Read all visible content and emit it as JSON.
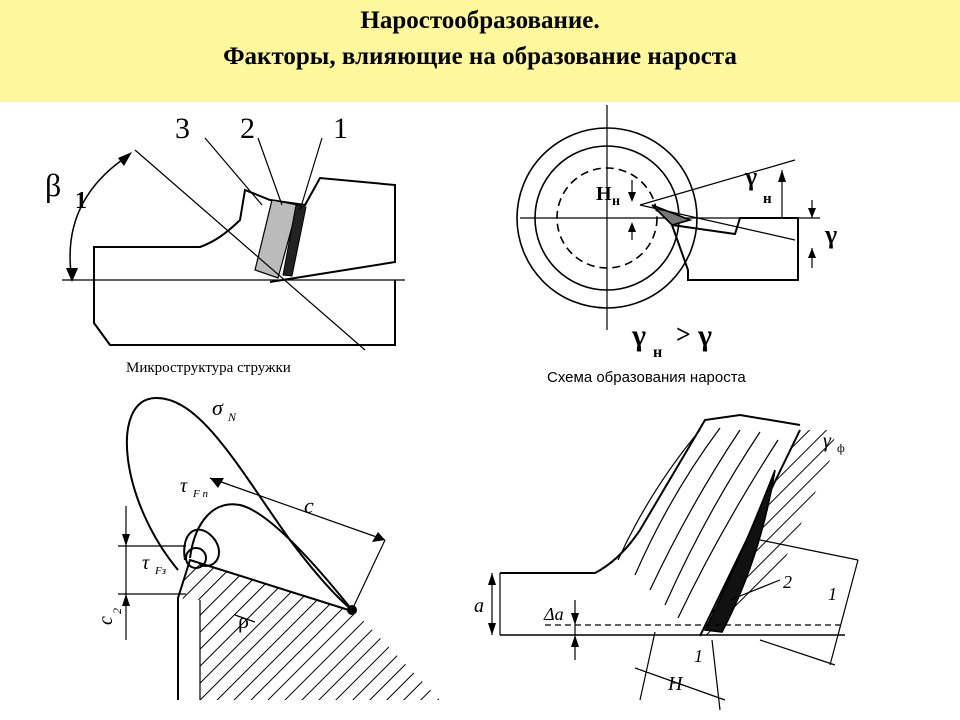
{
  "header": {
    "title_line1": "Наростообразование.",
    "title_line2": "Факторы, влияющие на образование нароста",
    "background_color": "#fdf89b"
  },
  "captions": {
    "microstructure": "Микроструктура стружки",
    "buildup_scheme": "Схема образования нароста"
  },
  "diagram_chip": {
    "labels": {
      "n3": "3",
      "n2": "2",
      "n1": "1",
      "beta": "β",
      "beta_index": "1"
    }
  },
  "diagram_scheme": {
    "labels": {
      "h": "Н",
      "h_sub": "н",
      "gamma_h": "γ",
      "gamma_h_sub": "н",
      "gamma": "γ"
    },
    "relation": {
      "left": "γ",
      "left_sub": "н",
      "op": ">",
      "right": "γ"
    }
  },
  "diagram_stress": {
    "labels": {
      "sigma": "σ",
      "sigma_sub": "N",
      "tau_top": "τ",
      "tau_top_sub": "F п",
      "tau_left": "τ",
      "tau_left_sub": "Fз",
      "c": "c",
      "c2": "c",
      "c2_sub": "2",
      "rho": "ρ"
    }
  },
  "diagram_zone": {
    "labels": {
      "gamma_f": "γ",
      "gamma_f_sub": "ф",
      "a": "a",
      "delta_a": "Δa",
      "h": "H",
      "n1": "1",
      "n2": "2",
      "n1_side": "1"
    }
  }
}
